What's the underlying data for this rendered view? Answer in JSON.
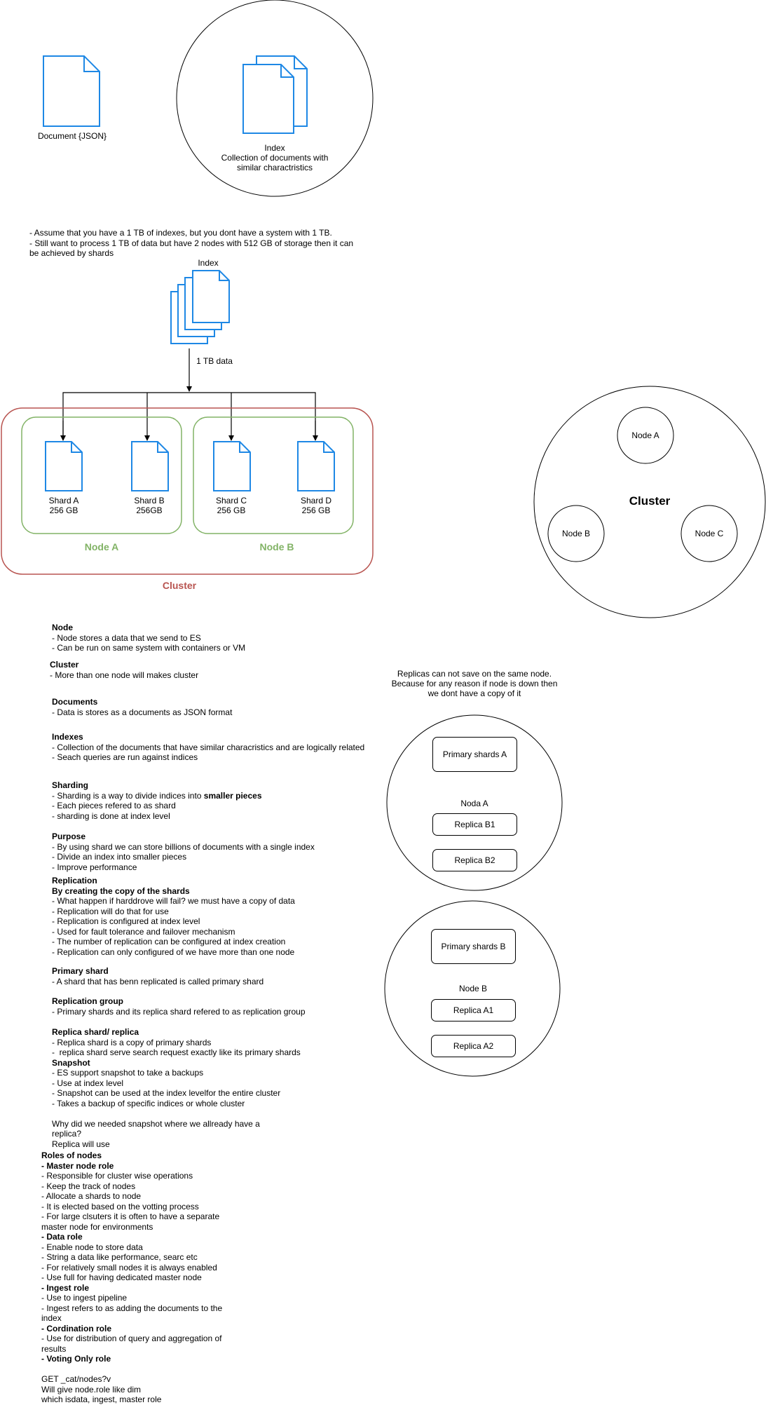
{
  "top": {
    "document_label": "Document {JSON}",
    "index_title": "Index",
    "index_desc_1": "Collection of documents with",
    "index_desc_2": "similar charactristics"
  },
  "notes": {
    "line1": "- Assume that you have a 1 TB of indexes, but you dont have a system with 1 TB.",
    "line2": "- Still want to process 1 TB of data but have 2 nodes with 512 GB of storage then it can",
    "line3": "be achieved by shards"
  },
  "sharding": {
    "index_label": "Index",
    "data_label": "1 TB data",
    "shards": [
      {
        "name": "Shard A",
        "size": "256 GB"
      },
      {
        "name": "Shard B",
        "size": "256GB"
      },
      {
        "name": "Shard C",
        "size": "256 GB"
      },
      {
        "name": "Shard D",
        "size": "256 GB"
      }
    ],
    "node_a": "Node A",
    "node_b": "Node B",
    "cluster": "Cluster",
    "colors": {
      "cluster": "#b85450",
      "node": "#82b366",
      "doc": "#1e88e5"
    }
  },
  "cluster_diagram": {
    "title": "Cluster",
    "nodes": [
      "Node A",
      "Node B",
      "Node C"
    ]
  },
  "replicas": {
    "note_1": "Replicas can not save on the same node.",
    "note_2": "Because for any reason if node is down then",
    "note_3": "we dont have a copy of it",
    "node_a": {
      "label": "Noda A",
      "primary": "Primary shards A",
      "replica_1": "Replica B1",
      "replica_2": "Replica B2"
    },
    "node_b": {
      "label": "Node B",
      "primary": "Primary shards B",
      "replica_1": "Replica A1",
      "replica_2": "Replica A2"
    }
  },
  "glossary": {
    "node_h": "Node",
    "node_1": "- Node stores a data that we send to ES",
    "node_2": "- Can be run on same system with containers or VM",
    "cluster_h": "Cluster",
    "cluster_1": "- More than one node will makes cluster",
    "documents_h": "Documents",
    "documents_1": "- Data is stores as a documents as JSON format",
    "indexes_h": "Indexes",
    "indexes_1": "- Collection of the documents that have similar characristics and are logically related",
    "indexes_2": "- Seach queries are run against indices",
    "sharding_h": "Sharding",
    "sharding_1a": "- Sharding is a way to divide indices into ",
    "sharding_1b": "smaller pieces",
    "sharding_2": "- Each pieces refered to as shard",
    "sharding_3": "- sharding is done at index level",
    "purpose_h": "Purpose",
    "purpose_1": "- By using shard we can store billions of documents with a single index",
    "purpose_2": "- Divide an index into smaller pieces",
    "purpose_3": "- Improve performance",
    "replication_h": "Replication",
    "replication_h2": "By creating the copy of the shards",
    "replication_1": "- What happen if harddrove will fail? we must have a copy of data",
    "replication_2": "- Replication will do that for use",
    "replication_3": "- Replication is configured at index level",
    "replication_4": "- Used for fault tolerance and failover mechanism",
    "replication_5": "- The number of replication can be configured at index creation",
    "replication_6": "- Replication can only configured of we have more than one node",
    "primary_h": "Primary shard",
    "primary_1": "- A shard that has benn replicated is called primary shard",
    "group_h": "Replication group",
    "group_1": "- Primary shards and its replica shard refered to as replication group",
    "replica_h": "Replica shard/ replica",
    "replica_1": "- Replica shard is a copy of primary shards",
    "replica_2": "-  replica shard serve search request exactly like its primary shards",
    "snapshot_h": "Snapshot",
    "snapshot_1": "- ES support snapshot to take a backups",
    "snapshot_2": "- Use at index level",
    "snapshot_3": "- Snapshot can be used at the index levelfor the entire cluster",
    "snapshot_4": "- Takes a backup of specific indices or whole cluster",
    "snapshot_q1": "Why did we needed snapshot where we allready have a",
    "snapshot_q2": "replica?",
    "snapshot_q3": "Replica will use"
  },
  "roles": {
    "title": "Roles of nodes",
    "master_h": "- Master node role",
    "master_1": "- Responsible for cluster wise operations",
    "master_2": "- Keep the track of nodes",
    "master_3": "- Allocate a shards to node",
    "master_4": "- It is elected based on the votting process",
    "master_5": "- For large clsuters it is often to have a separate",
    "master_6": "master node for environments",
    "data_h": "- Data role",
    "data_1": "- Enable node to store data",
    "data_2": "- String a data like performance, searc etc",
    "data_3": "- For relatively small nodes it is always enabled",
    "data_4": "- Use full for having dedicated master node",
    "ingest_h": "- Ingest role",
    "ingest_1": "- Use to ingest pipeline",
    "ingest_2": "- Ingest refers to as adding the documents to the",
    "ingest_3": "index",
    "coord_h": "- Cordination role",
    "coord_1": "- Use for distribution of query and aggregation of",
    "coord_2": "results",
    "voting_h": "- Voting Only role",
    "cmd_1": "GET _cat/nodes?v",
    "cmd_2": "Will give node.role like dim",
    "cmd_3": "which isdata, ingest, master role"
  }
}
